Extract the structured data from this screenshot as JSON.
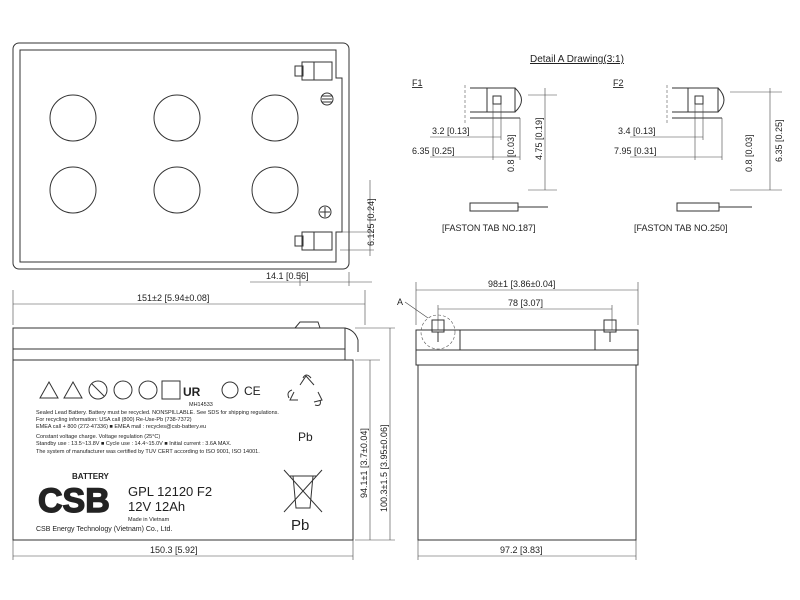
{
  "detail": {
    "title": "Detail A Drawing(3:1)",
    "f1": {
      "label": "F1",
      "dim_a": "3.2  [0.13]",
      "dim_b": "6.35  [0.25]",
      "dim_v1": "0.8  [0.03]",
      "dim_v2": "4.75  [0.19]",
      "caption": "[FASTON TAB NO.187]"
    },
    "f2": {
      "label": "F2",
      "dim_a": "3.4  [0.13]",
      "dim_b": "7.95  [0.31]",
      "dim_v1": "0.8  [0.03]",
      "dim_v2": "6.35  [0.25]",
      "caption": "[FASTON TAB NO.250]"
    }
  },
  "top_view": {
    "dim_offset": "14.1  [0.56]",
    "dim_terminal": "6.125  [0.24]"
  },
  "front_view": {
    "width_top": "151±2  [5.94±0.08]",
    "width_bottom": "150.3  [5.92]",
    "height_case": "94.1±1  [3.7±0.04]",
    "height_total": "100.3±1.5  [3.95±0.06]",
    "warning_text": [
      "Sealed Lead Battery. Battery must be recycled. NONSPILLABLE. See SDS for shipping regulations.",
      "For recycling information: USA call (800) Re-Use-Pb (738-7372)",
      "EMEA call + 800 (272-47336)  ■ EMEA mail : recycles@csb-battery.eu",
      "Constant voltage charge. Voltage regulation (25°C)",
      "Standby use : 13.5~13.8V  ■ Cycle use : 14.4~15.0V  ■ Initial current : 3.6A MAX.",
      "The system of manufacturer was certified by TUV CERT according to ISO 9001, ISO 14001."
    ],
    "ul_code": "MH14533",
    "ce_mark": "CE",
    "pb_mark": "Pb",
    "brand": "CSB",
    "brand_word": "BATTERY",
    "model": "GPL 12120 F2",
    "rating": "12V  12Ah",
    "origin": "Made in Vietnam",
    "company": "CSB Energy Technology (Vietnam) Co., Ltd."
  },
  "side_view": {
    "width_top": "98±1  [3.86±0.04]",
    "terminal_spacing": "78  [3.07]",
    "width_bottom": "97.2  [3.83]",
    "detail_marker": "A"
  }
}
